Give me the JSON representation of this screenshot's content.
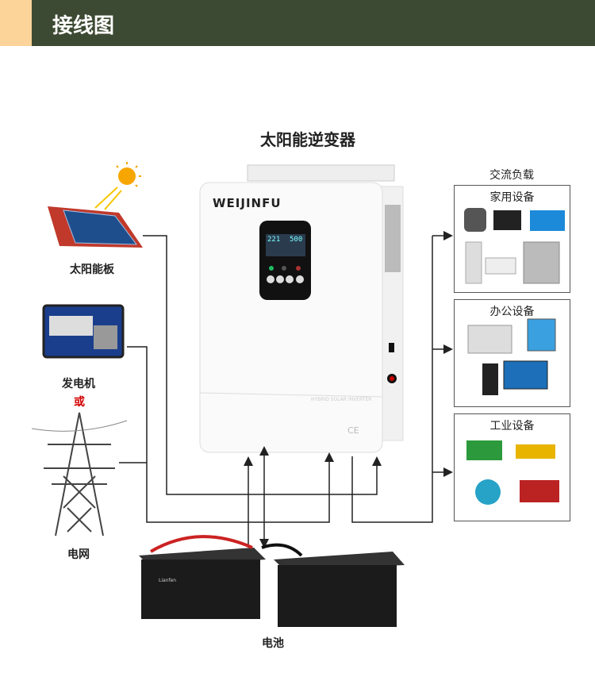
{
  "header": {
    "title": "接线图"
  },
  "inverter": {
    "title": "太阳能逆变器",
    "brand": "WEIJINFU",
    "display_left": "221",
    "display_right": "500",
    "model_text": "HYBRID SOLAR INVERTER",
    "cert": "CE"
  },
  "sources": {
    "solar": "太阳能板",
    "generator": "发电机",
    "or": "或",
    "grid": "电网"
  },
  "battery": {
    "label": "电池",
    "brand": "Lianfen"
  },
  "loads": {
    "title": "交流负载",
    "groups": [
      {
        "label": "家用设备"
      },
      {
        "label": "办公设备"
      },
      {
        "label": "工业设备"
      }
    ]
  },
  "colors": {
    "header_bg": "#3d4a33",
    "accent": "#fcd399",
    "or": "#d40000"
  }
}
